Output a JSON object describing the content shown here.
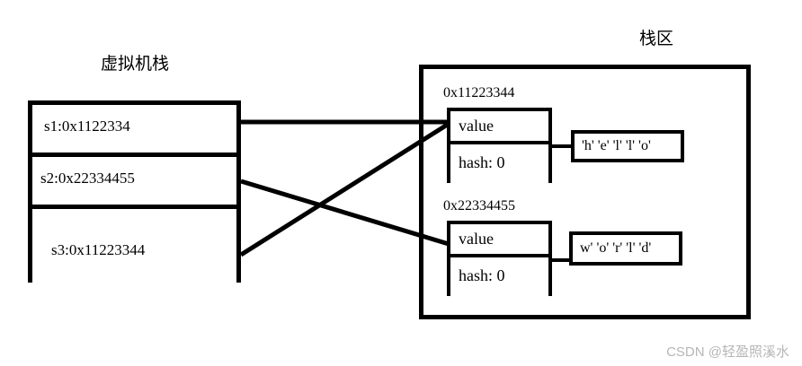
{
  "diagram": {
    "left_section": {
      "title": "虚拟机栈",
      "cells": [
        {
          "label": "s1:0x1122334"
        },
        {
          "label": "s2:0x22334455"
        },
        {
          "label": "s3:0x11223344"
        }
      ]
    },
    "right_section": {
      "title": "栈区",
      "objects": [
        {
          "address": "0x11223344",
          "value_label": "value",
          "hash_label": "hash: 0",
          "char_array": "'h' 'e' 'l' 'l' 'o'"
        },
        {
          "address": "0x22334455",
          "value_label": "value",
          "hash_label": "hash: 0",
          "char_array": "w' 'o' 'r' 'l' 'd'"
        }
      ]
    },
    "watermark": "CSDN @轻盈照溪水",
    "colors": {
      "stroke": "#000000",
      "background": "#ffffff",
      "watermark": "#b6b6b6"
    }
  }
}
